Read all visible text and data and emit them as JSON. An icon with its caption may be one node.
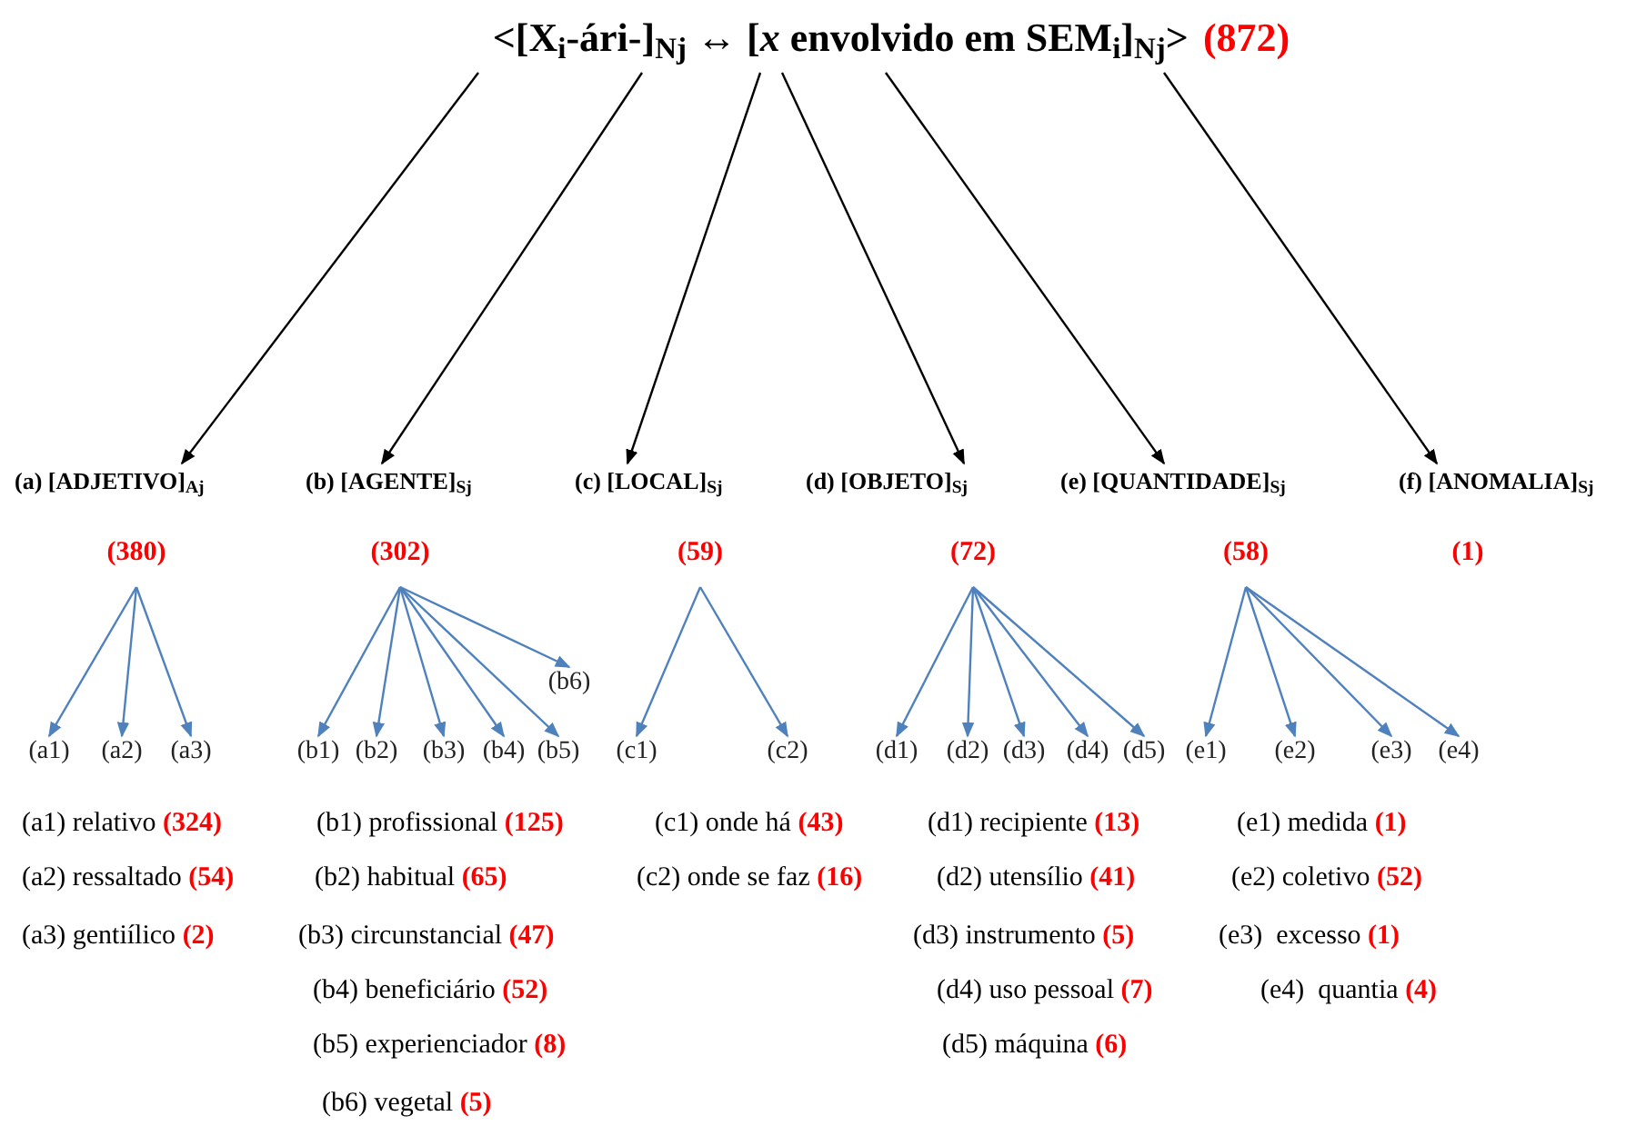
{
  "diagram": {
    "nodes": [
      {
        "text": [
          "<[X$_{i}$-ári-]$_{Nj}$ ↔ [*x* envolvido em SEM$_{i}$]$_{Nj}$>",
          "(872)"
        ]
      },
      {
        "text": [
          "(a) [ADJETIVO]$_{Aj}$",
          "(380)"
        ]
      },
      {
        "text": [
          "(b) [AGENTE]$_{Sj}$",
          "(302)"
        ]
      },
      {
        "text": [
          "(c) [LOCAL]$_{Sj}$",
          "(59)"
        ]
      },
      {
        "text": [
          "(d) [OBJETO]$_{Sj}$",
          "(72)"
        ]
      },
      {
        "text": [
          "(e) [QUANTIDADE]$_{Sj}$",
          "(58)"
        ]
      },
      {
        "text": [
          "(f) [ANOMALIA]$_{Sj}$",
          "(1)"
        ]
      },
      {
        "text": [
          "(a1)"
        ]
      },
      {
        "text": [
          "(a2)"
        ]
      },
      {
        "text": [
          "(a3)"
        ]
      },
      {
        "text": [
          "(b1)"
        ]
      },
      {
        "text": [
          "(b2)"
        ]
      },
      {
        "text": [
          "(b3)"
        ]
      },
      {
        "text": [
          "(b4)"
        ]
      },
      {
        "text": [
          "(b5)"
        ]
      },
      {
        "text": [
          "(b6)"
        ]
      },
      {
        "text": [
          "(c1)"
        ]
      },
      {
        "text": [
          "(c2)"
        ]
      },
      {
        "text": [
          "(d1)"
        ]
      },
      {
        "text": [
          "(d2)"
        ]
      },
      {
        "text": [
          "(d3)"
        ]
      },
      {
        "text": [
          "(d4)"
        ]
      },
      {
        "text": [
          "(d5)"
        ]
      },
      {
        "text": [
          "(e1)"
        ]
      },
      {
        "text": [
          "(e2)"
        ]
      },
      {
        "text": [
          "(e3)"
        ]
      },
      {
        "text": [
          "(e4)"
        ]
      }
    ],
    "edges": [
      {
        "from": 0,
        "to": 1,
        "arrow": "to",
        "color": "#000000"
      },
      {
        "from": 0,
        "to": 2,
        "arrow": "to",
        "color": "#000000"
      },
      {
        "from": 0,
        "to": 3,
        "arrow": "to",
        "color": "#000000"
      },
      {
        "from": 0,
        "to": 4,
        "arrow": "to",
        "color": "#000000"
      },
      {
        "from": 0,
        "to": 5,
        "arrow": "to",
        "color": "#000000"
      },
      {
        "from": 0,
        "to": 6,
        "arrow": "to",
        "color": "#000000"
      },
      {
        "from": 1,
        "to": 7,
        "arrow": "to"
      },
      {
        "from": 1,
        "to": 8,
        "arrow": "to"
      },
      {
        "from": 1,
        "to": 9,
        "arrow": "to"
      },
      {
        "from": 2,
        "to": 10,
        "arrow": "to"
      },
      {
        "from": 2,
        "to": 11,
        "arrow": "to"
      },
      {
        "from": 2,
        "to": 12,
        "arrow": "to"
      },
      {
        "from": 2,
        "to": 13,
        "arrow": "to"
      },
      {
        "from": 2,
        "to": 14,
        "arrow": "to"
      },
      {
        "from": 2,
        "to": 15,
        "arrow": "to"
      },
      {
        "from": 3,
        "to": 16,
        "arrow": "to"
      },
      {
        "from": 3,
        "to": 17,
        "arrow": "to"
      },
      {
        "from": 4,
        "to": 18,
        "arrow": "to"
      },
      {
        "from": 4,
        "to": 19,
        "arrow": "to"
      },
      {
        "from": 4,
        "to": 20,
        "arrow": "to"
      },
      {
        "from": 4,
        "to": 21,
        "arrow": "to"
      },
      {
        "from": 4,
        "to": 22,
        "arrow": "to"
      },
      {
        "from": 5,
        "to": 23,
        "arrow": "to"
      },
      {
        "from": 5,
        "to": 24,
        "arrow": "to"
      },
      {
        "from": 5,
        "to": 25,
        "arrow": "to"
      },
      {
        "from": 5,
        "to": 26,
        "arrow": "to"
      }
    ],
    "labels": [
      "(a1) relativo **(324)**",
      "(b1) profissional **(125)**",
      "(c1) onde há **(43)**",
      "(d1) recipiente **(13)**",
      "(e1) medida **(1)**",
      "(a2) ressaltado **(54)**",
      "(b2) habitual **(65)**",
      "(c2) onde se faz **(16)**",
      "(d2) utensílio **(41)**",
      "(e2) coletivo **(52)**",
      "(a3) gentiílico **(2)**",
      "(b3) circunstancial **(47)**",
      "(d3) instrumento **(5)**",
      "(e3)  excesso **(1)**",
      "(b4) beneficiário **(52)**",
      "(d4) uso pessoal **(7)**",
      "(e4)  quantia **(4)**",
      "(b5) experienciador **(8)**",
      "(d5) máquina **(6)**",
      "(b6) vegetal **(5)**"
    ]
  }
}
